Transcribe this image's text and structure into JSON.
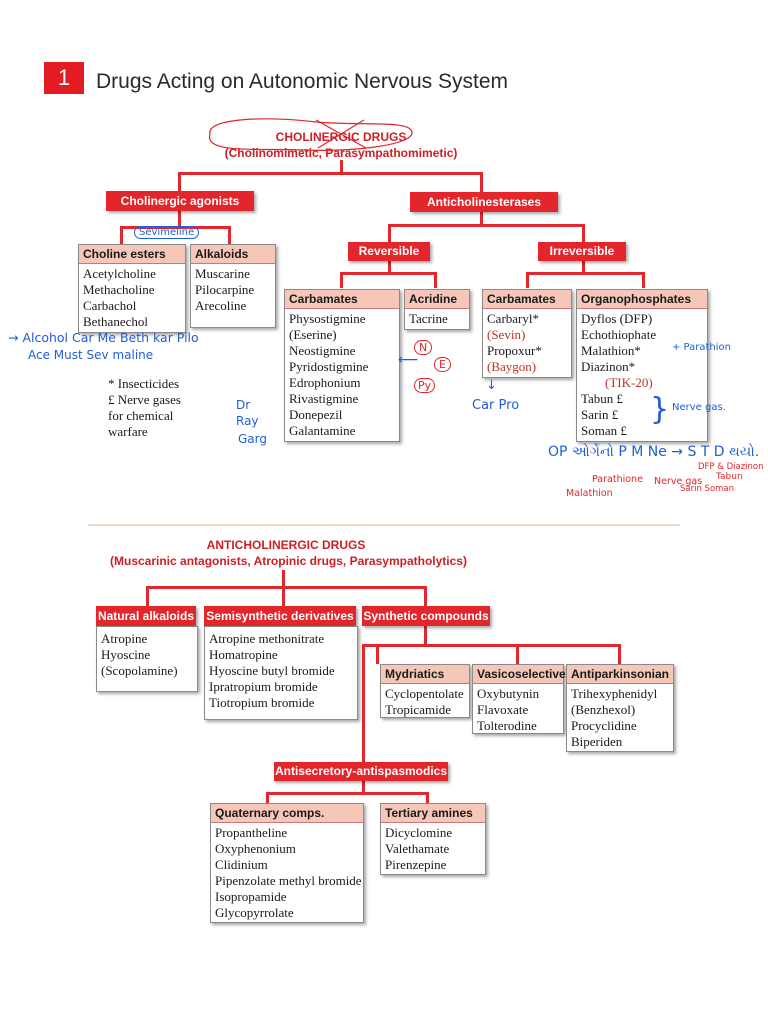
{
  "chapter": {
    "number": "1",
    "title": "Drugs Acting on Autonomic Nervous System"
  },
  "cholinergic": {
    "title": "CHOLINERGIC DRUGS",
    "subtitle": "(Cholinomimetic, Parasympathomimetic)",
    "agonists": "Cholinergic agonists",
    "anticholinesterases": "Anticholinesterases",
    "reversible": "Reversible",
    "irreversible": "Irreversible",
    "choline_esters": {
      "header": "Choline esters",
      "items": [
        "Acetylcholine",
        "Methacholine",
        "Carbachol",
        "Bethanechol"
      ]
    },
    "alkaloids": {
      "header": "Alkaloids",
      "items": [
        "Muscarine",
        "Pilocarpine",
        "Arecoline"
      ]
    },
    "carbamates_rev": {
      "header": "Carbamates",
      "items": [
        "Physostigmine",
        "(Eserine)",
        "Neostigmine",
        "Pyridostigmine",
        "Edrophonium",
        "Rivastigmine",
        "Donepezil",
        "Galantamine"
      ]
    },
    "acridine": {
      "header": "Acridine",
      "items": [
        "Tacrine"
      ]
    },
    "carbamates_irrev": {
      "header": "Carbamates",
      "items": [
        "Carbaryl*",
        "(Sevin)",
        "Propoxur*",
        "(Baygon)"
      ]
    },
    "organophosphates": {
      "header": "Organophosphates",
      "items": [
        "Dyflos (DFP)",
        "Echothiophate",
        "Malathion*",
        "Diazinon*",
        "(TIK-20)",
        "Tabun £",
        "Sarin £",
        "Soman £"
      ]
    },
    "footnote": [
      "* Insecticides",
      "£ Nerve gases",
      "for chemical",
      "warfare"
    ]
  },
  "annotations": {
    "sevimeline": "Sevimeline",
    "mnemonic_line1": "→ Alcohol  Car  Me  Beth  kar  Pilo",
    "mnemonic_line2": "Ace  Must  Sev maline",
    "dr": "Dr",
    "ray": "Ray",
    "garg": "Garg",
    "n": "N",
    "e": "E",
    "py": "Py",
    "car_pro": "Car  Pro",
    "parathion": "+ Parathion",
    "nerve_gas": "Nerve gas.",
    "op_line": "OP  ઓર્ગેનો  P M  Ne → S T D  થયો.",
    "parathione": "Parathione",
    "malathion": "Malathion",
    "nerve_gas2": "Nerve gas",
    "sarin_soman": "Sarin Soman",
    "tabun": "Tabun",
    "dfp_diazinon": "DFP & Diazinon"
  },
  "anticholinergic": {
    "title": "ANTICHOLINERGIC DRUGS",
    "subtitle": "(Muscarinic antagonists, Atropinic drugs, Parasympatholytics)",
    "natural": {
      "header": "Natural alkaloids",
      "items": [
        "Atropine",
        "Hyoscine",
        "(Scopolamine)"
      ]
    },
    "semisynthetic": {
      "header": "Semisynthetic derivatives",
      "items": [
        "Atropine methonitrate",
        "Homatropine",
        "Hyoscine butyl bromide",
        "Ipratropium bromide",
        "Tiotropium bromide"
      ]
    },
    "synthetic": "Synthetic compounds",
    "mydriatics": {
      "header": "Mydriatics",
      "items": [
        "Cyclopentolate",
        "Tropicamide"
      ]
    },
    "vasicoselective": {
      "header": "Vasicoselective",
      "items": [
        "Oxybutynin",
        "Flavoxate",
        "Tolterodine"
      ]
    },
    "antiparkinsonian": {
      "header": "Antiparkinsonian",
      "items": [
        "Trihexyphenidyl",
        "(Benzhexol)",
        "Procyclidine",
        "Biperiden"
      ]
    },
    "antisecretory": "Antisecretory-antispasmodics",
    "quaternary": {
      "header": "Quaternary comps.",
      "items": [
        "Propantheline",
        "Oxyphenonium",
        "Clidinium",
        "Pipenzolate methyl bromide",
        "Isopropamide",
        "Glycopyrrolate"
      ]
    },
    "tertiary": {
      "header": "Tertiary amines",
      "items": [
        "Dicyclomine",
        "Valethamate",
        "Pirenzepine"
      ]
    }
  },
  "colors": {
    "accent": "#e3262c",
    "header_fill": "#f6c7b8",
    "handwriting_blue": "#1f5ed8",
    "handwriting_red": "#e0262c",
    "brick_text": "#b8332a"
  }
}
